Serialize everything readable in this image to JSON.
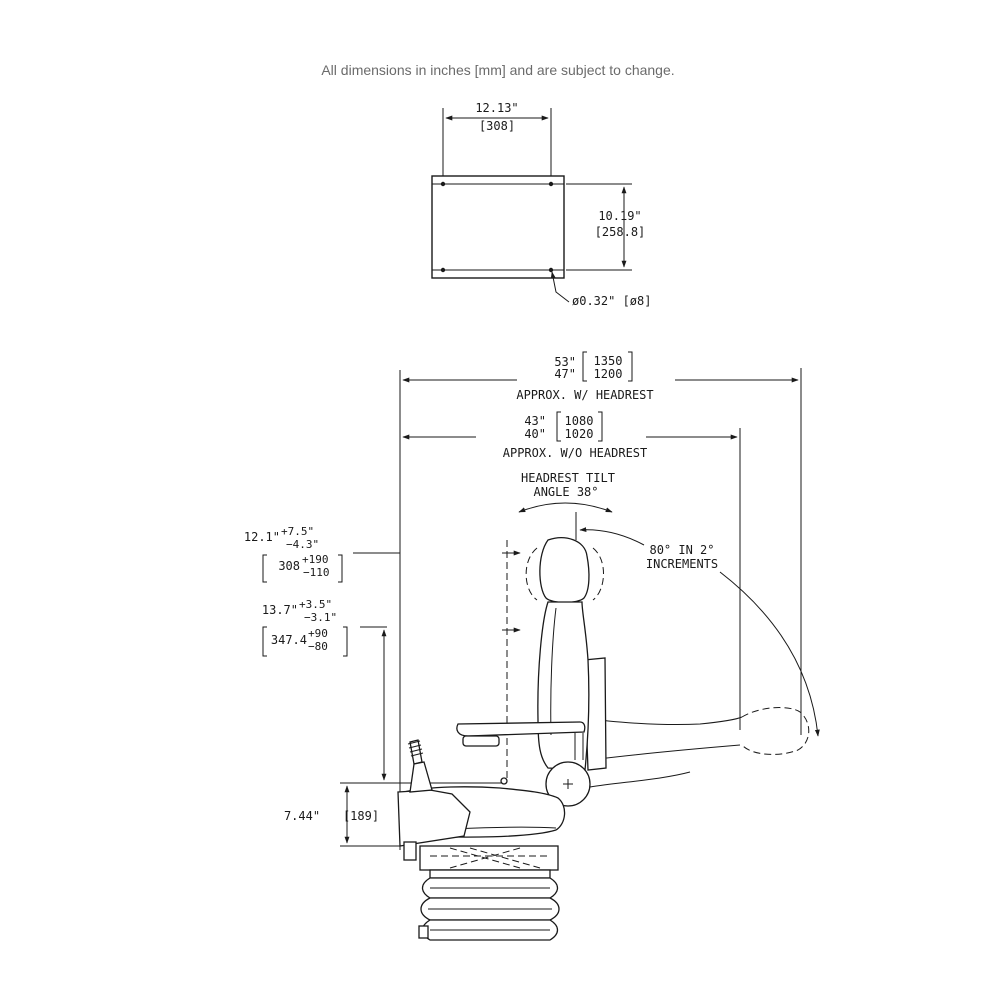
{
  "note": "All dimensions in inches [mm] and are subject to change.",
  "mount": {
    "width_in": "12.13\"",
    "width_mm": "[308]",
    "height_in": "10.19\"",
    "height_mm": "[258.8]",
    "hole": "ø0.32\" [ø8]"
  },
  "length_with_headrest": {
    "max_in": "53\"",
    "min_in": "47\"",
    "max_mm": "1350",
    "min_mm": "1200",
    "label": "APPROX. W/ HEADREST"
  },
  "length_without_headrest": {
    "max_in": "43\"",
    "min_in": "40\"",
    "max_mm": "1080",
    "min_mm": "1020",
    "label": "APPROX. W/O HEADREST"
  },
  "headrest_tilt": {
    "line1": "HEADREST TILT",
    "line2": "ANGLE 38°"
  },
  "recline": {
    "line1": "80° IN 2°",
    "line2": "INCREMENTS"
  },
  "headrest_height": {
    "base_in": "12.1\"",
    "plus_in": "+7.5\"",
    "minus_in": "−4.3\"",
    "base_mm": "308",
    "plus_mm": "+190",
    "minus_mm": "−110"
  },
  "backrest_height": {
    "base_in": "13.7\"",
    "plus_in": "+3.5\"",
    "minus_in": "−3.1\"",
    "base_mm": "347.4",
    "plus_mm": "+90",
    "minus_mm": "−80"
  },
  "seat_height": {
    "inch": "7.44\"",
    "mm": "[189]"
  }
}
